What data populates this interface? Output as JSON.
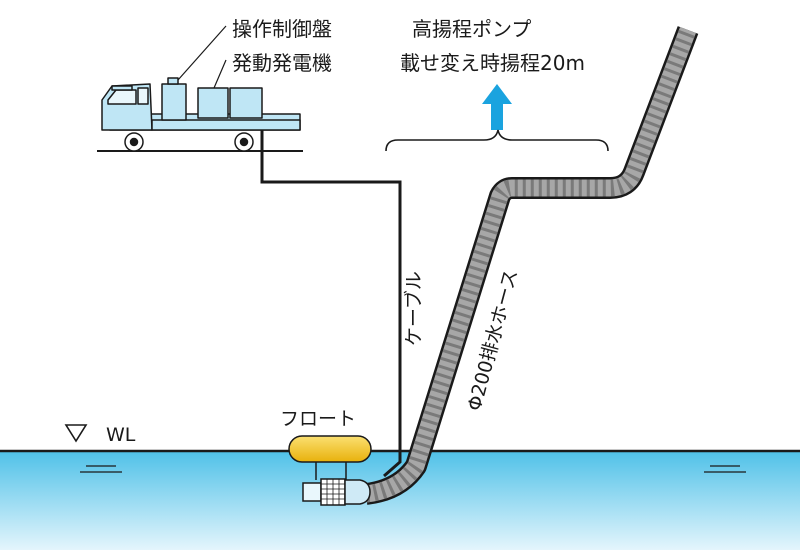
{
  "labels": {
    "control_panel": "操作制御盤",
    "generator": "発動発電機",
    "pump_title": "高揚程ポンプ",
    "pump_spec": "載せ変え時揚程20m",
    "cable": "ケーブル",
    "hose": "Φ200排水ホース",
    "float": "フロート",
    "water_level": "WL",
    "water_level_symbol": "▽"
  },
  "colors": {
    "water_top": "#4fc1e8",
    "water_bottom": "#dff3fb",
    "arrow": "#1aa3df",
    "float": "#f5c61c",
    "hose_fill": "#9a9a9a",
    "truck_box": "#bfe6f5",
    "line": "#1a1a1a"
  },
  "icons": [
    "truck-icon",
    "up-arrow-icon",
    "water-level-triangle-icon",
    "pump-icon",
    "float-icon"
  ]
}
